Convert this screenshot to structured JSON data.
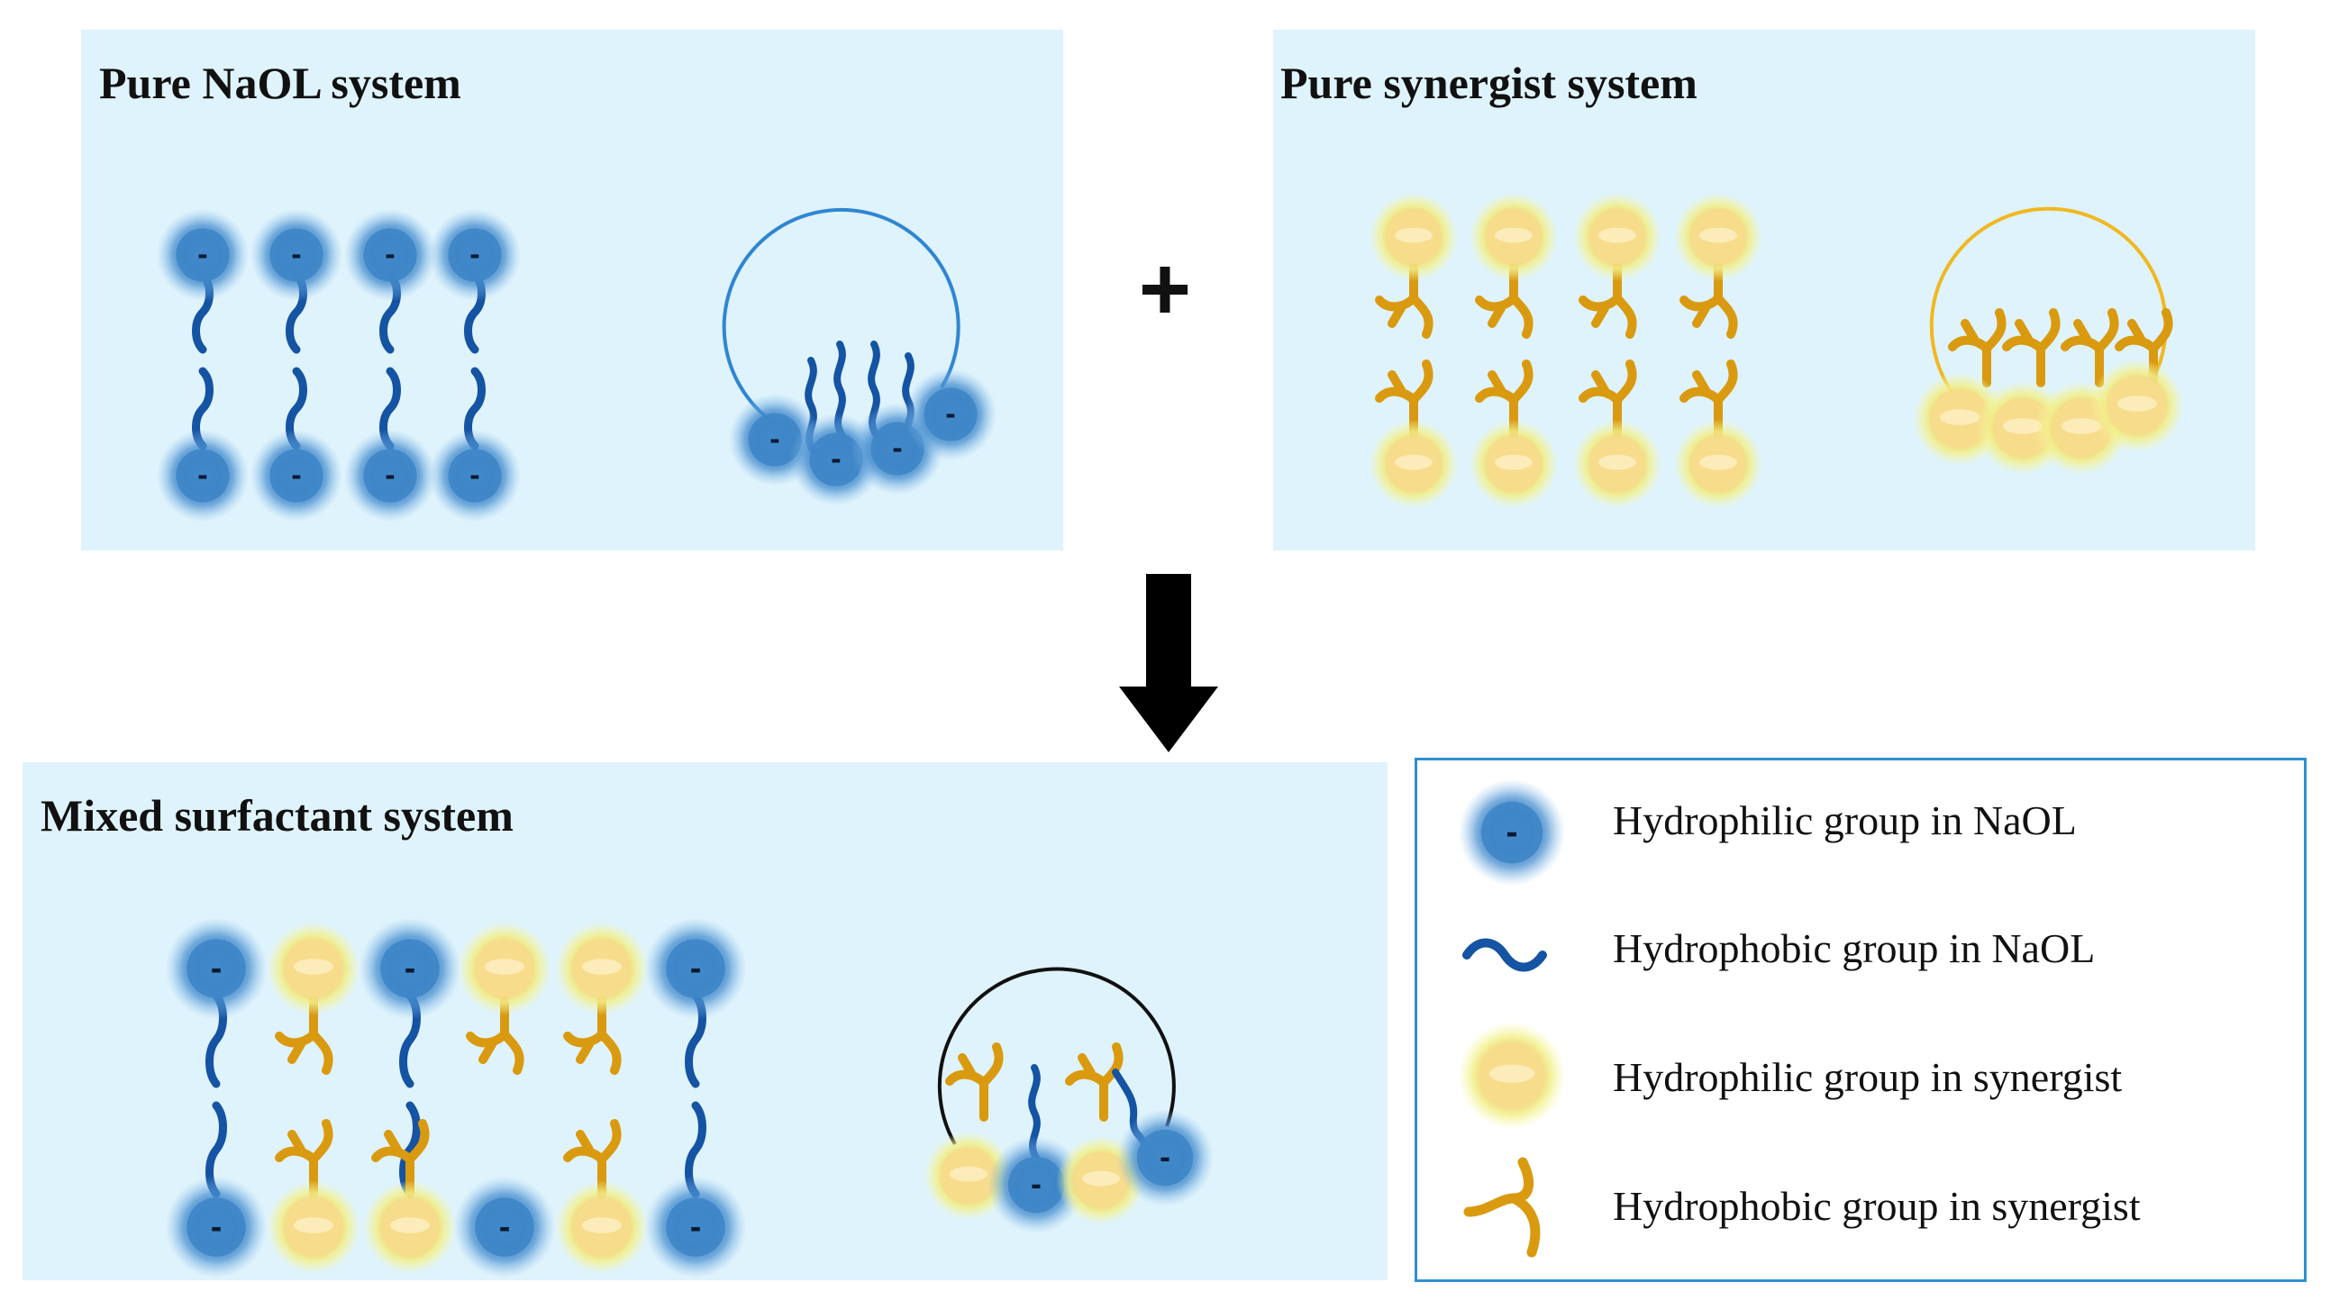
{
  "panels": {
    "naol": {
      "title": "Pure NaOL system"
    },
    "synergist": {
      "title": "Pure synergist system"
    },
    "mixed": {
      "title": "Mixed surfactant system"
    }
  },
  "operators": {
    "plus": "+",
    "arrow": "down-arrow"
  },
  "charge_symbol": "-",
  "colors": {
    "panel_bg": "#dff3fc",
    "naol_head": "#3f86c8",
    "naol_tail": "#1553a3",
    "syn_head": "#f7dc8c",
    "syn_glow": "#f6f7a3",
    "syn_tail": "#d99a10",
    "naol_micelle": "#2f86d2",
    "syn_micelle": "#f0b820",
    "mixed_micelle": "#111111",
    "legend_border": "#2f8fd0"
  },
  "legend": {
    "items": [
      {
        "icon": "naol-hydrophilic-icon",
        "label": "Hydrophilic group in NaOL"
      },
      {
        "icon": "naol-hydrophobic-icon",
        "label": "Hydrophobic group in NaOL"
      },
      {
        "icon": "synergist-hydrophilic-icon",
        "label": "Hydrophilic group in synergist"
      },
      {
        "icon": "synergist-hydrophobic-icon",
        "label": "Hydrophobic group in synergist"
      }
    ]
  }
}
